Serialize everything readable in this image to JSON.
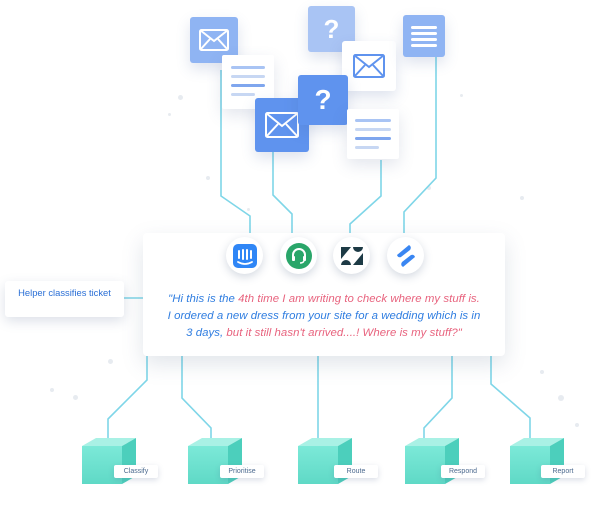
{
  "helper_label": "Helper classifies ticket",
  "ticket": {
    "parts": [
      {
        "text": "\"Hi this is the ",
        "highlight": false
      },
      {
        "text": "4th time I am writing to check where my stuff is.",
        "highlight": "partial"
      },
      {
        "text": " I ordered a new dress from your site for a wedding which is in 3 days, ",
        "highlight": false
      },
      {
        "text": "but it still hasn't arrived....! Where is my stuff?\"",
        "highlight": true
      }
    ],
    "line1_a": "\"Hi this is the ",
    "line1_b": "4th time I am writing to check where my stuff is.",
    "line2": "I ordered a new dress from your site for a wedding which is in",
    "line3_a": "3 days, ",
    "line3_b": "but it still hasn't arrived....! Where is my stuff?\""
  },
  "integrations": [
    {
      "name": "intercom-logo-icon",
      "color": "#2f86f6"
    },
    {
      "name": "freshdesk-logo-icon",
      "color": "#2aa66a"
    },
    {
      "name": "zendesk-logo-icon",
      "color": "#1d3a45"
    },
    {
      "name": "helpscout-logo-icon",
      "color": "#3a86f2"
    }
  ],
  "outputs": [
    {
      "label": "Classify"
    },
    {
      "label": "Prioritise"
    },
    {
      "label": "Route"
    },
    {
      "label": "Respond"
    },
    {
      "label": "Report"
    }
  ],
  "colors": {
    "connector": "#7fd6e8",
    "box_front": "#6fe3d1",
    "box_top": "#a9f1e5",
    "box_side": "#4ccfbc",
    "accent_blue": "#2f7de0",
    "accent_pink": "#e8637e"
  }
}
